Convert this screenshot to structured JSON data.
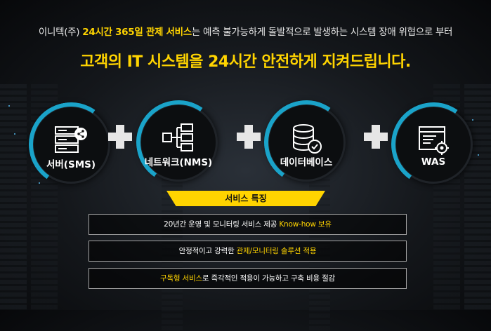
{
  "headline": {
    "prefix": "이니텍(주) ",
    "highlight": "24시간 365일 관제 서비스",
    "suffix": "는 예측 불가능하게 돌발적으로 발생하는 시스템 장애 위협으로 부터"
  },
  "title": "고객의 IT 시스템을 24시간 안전하게 지켜드립니다.",
  "services": [
    {
      "label": "서버(SMS)",
      "icon": "server-share-icon"
    },
    {
      "label": "네트워크(NMS)",
      "icon": "network-tree-icon"
    },
    {
      "label": "데이터베이스",
      "icon": "database-check-icon"
    },
    {
      "label": "WAS",
      "icon": "was-window-gear-icon"
    }
  ],
  "features_title": "서비스 특징",
  "features": [
    {
      "pre": "20년간 운영 및 모니터링 서비스 제공 ",
      "hl": "Know-how 보유",
      "post": ""
    },
    {
      "pre": "안정적이고 강력한 ",
      "hl": "관제/모니터링 솔루션 적용",
      "post": ""
    },
    {
      "pre": "",
      "hl": "구독형 서비스",
      "post": "로 즉각적인 적용이 가능하고 구축 비용 절감"
    }
  ],
  "colors": {
    "accent": "#ffd400",
    "ring": "#1aa3c9"
  }
}
